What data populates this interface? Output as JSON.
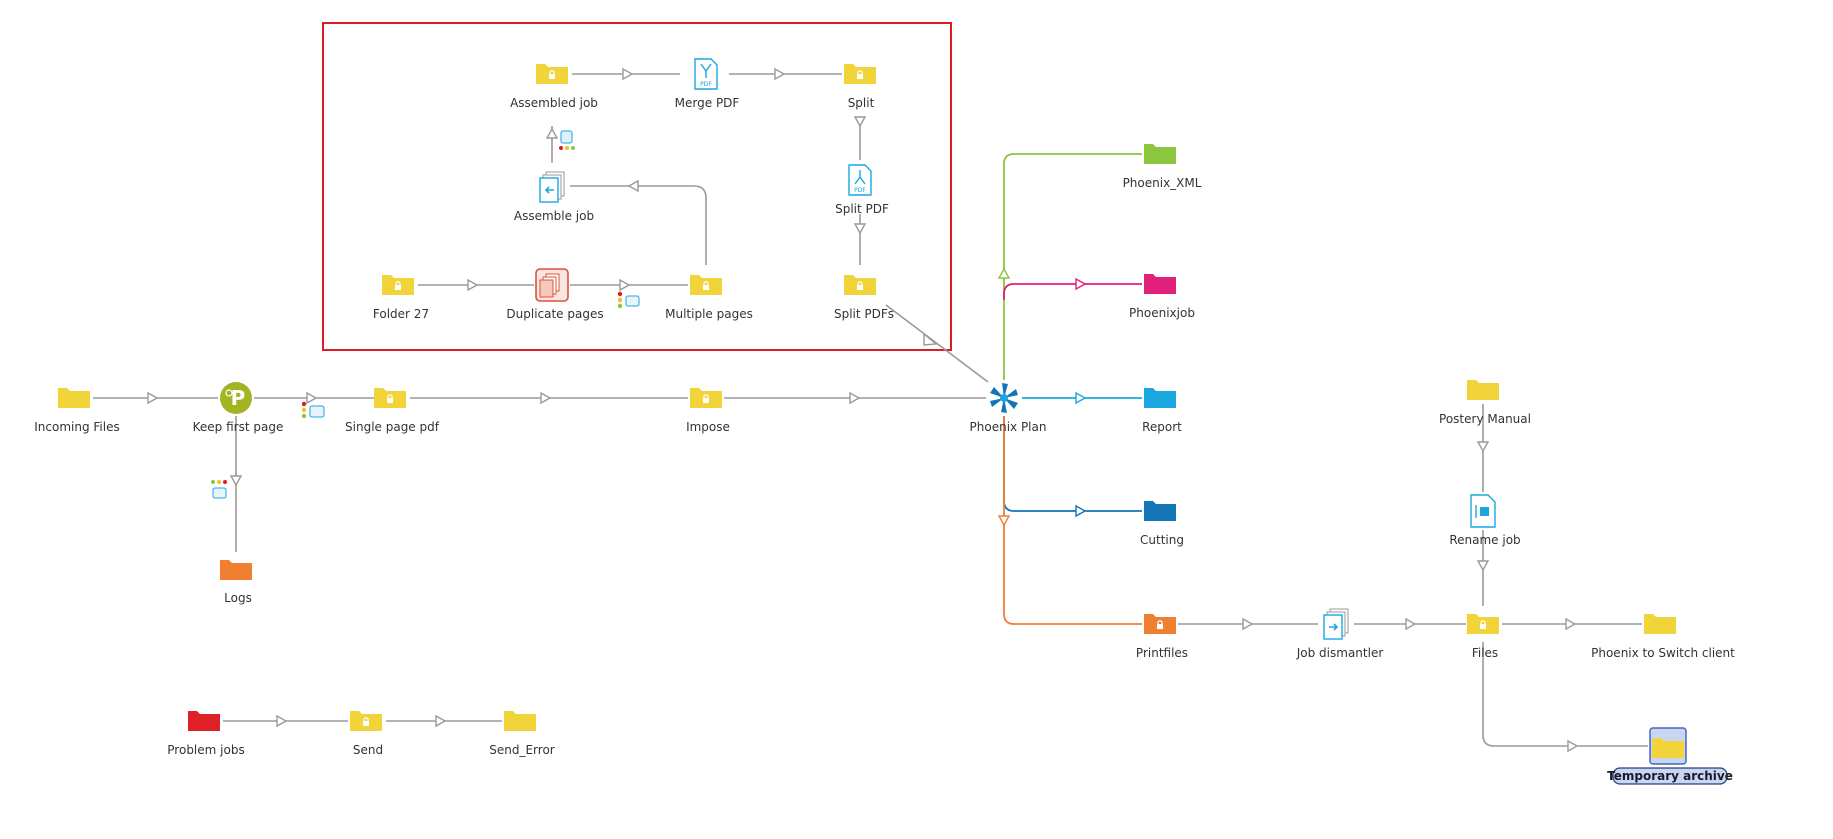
{
  "colors": {
    "connector": "#9a9a9a",
    "xml_branch": "#8cc63f",
    "job_branch": "#e0207a",
    "report_branch": "#1aa7e0",
    "cutting_branch": "#1476b8",
    "printfiles_branch": "#f07f32",
    "selection_frame": "#e01b24",
    "folder_yellow": "#f0d43a",
    "folder_green": "#8cc63f",
    "folder_pink": "#e0207a",
    "folder_blue": "#1aa7e0",
    "folder_darkblue": "#1476b8",
    "folder_orange": "#f07f32",
    "folder_red": "#e02027"
  },
  "nodes": {
    "assembled_job": {
      "label": "Assembled job",
      "icon": "locked-folder-icon"
    },
    "merge_pdf": {
      "label": "Merge PDF",
      "icon": "merge-pdf-icon"
    },
    "split": {
      "label": "Split",
      "icon": "locked-folder-icon"
    },
    "assemble_job": {
      "label": "Assemble job",
      "icon": "assemble-job-icon"
    },
    "split_pdf": {
      "label": "Split PDF",
      "icon": "split-pdf-icon"
    },
    "folder_27": {
      "label": "Folder 27",
      "icon": "locked-folder-icon"
    },
    "duplicate_pages": {
      "label": "Duplicate pages",
      "icon": "duplicate-pages-icon"
    },
    "multiple_pages": {
      "label": "Multiple pages",
      "icon": "locked-folder-icon"
    },
    "split_pdfs": {
      "label": "Split PDFs",
      "icon": "locked-folder-icon"
    },
    "incoming_files": {
      "label": "Incoming Files",
      "icon": "folder-icon"
    },
    "keep_first_page": {
      "label": "Keep first page",
      "icon": "keep-first-page-icon"
    },
    "single_page_pdf": {
      "label": "Single page pdf",
      "icon": "locked-folder-icon"
    },
    "impose": {
      "label": "Impose",
      "icon": "locked-folder-icon"
    },
    "phoenix_plan": {
      "label": "Phoenix Plan",
      "icon": "phoenix-plan-icon"
    },
    "phoenix_xml": {
      "label": "Phoenix_XML",
      "icon": "folder-icon"
    },
    "phoenixjob": {
      "label": "Phoenixjob",
      "icon": "folder-icon"
    },
    "report": {
      "label": "Report",
      "icon": "folder-icon"
    },
    "cutting": {
      "label": "Cutting",
      "icon": "folder-icon"
    },
    "printfiles": {
      "label": "Printfiles",
      "icon": "locked-folder-icon"
    },
    "job_dismantler": {
      "label": "Job dismantler",
      "icon": "job-dismantler-icon"
    },
    "files": {
      "label": "Files",
      "icon": "locked-folder-icon"
    },
    "phoenix_to_switch_client": {
      "label": "Phoenix to Switch client",
      "icon": "folder-icon"
    },
    "postery_manual": {
      "label": "Postery Manual",
      "icon": "folder-icon"
    },
    "rename_job": {
      "label": "Rename job",
      "icon": "rename-job-icon"
    },
    "temporary_archive": {
      "label": "Temporary archive",
      "icon": "folder-icon",
      "selected": true
    },
    "logs": {
      "label": "Logs",
      "icon": "folder-icon"
    },
    "problem_jobs": {
      "label": "Problem jobs",
      "icon": "folder-icon"
    },
    "send": {
      "label": "Send",
      "icon": "locked-folder-icon"
    },
    "send_error": {
      "label": "Send_Error",
      "icon": "folder-icon"
    }
  },
  "icon_badges": {
    "pdf": "PDF",
    "rename": "■",
    "phoenix_letter": "P"
  }
}
